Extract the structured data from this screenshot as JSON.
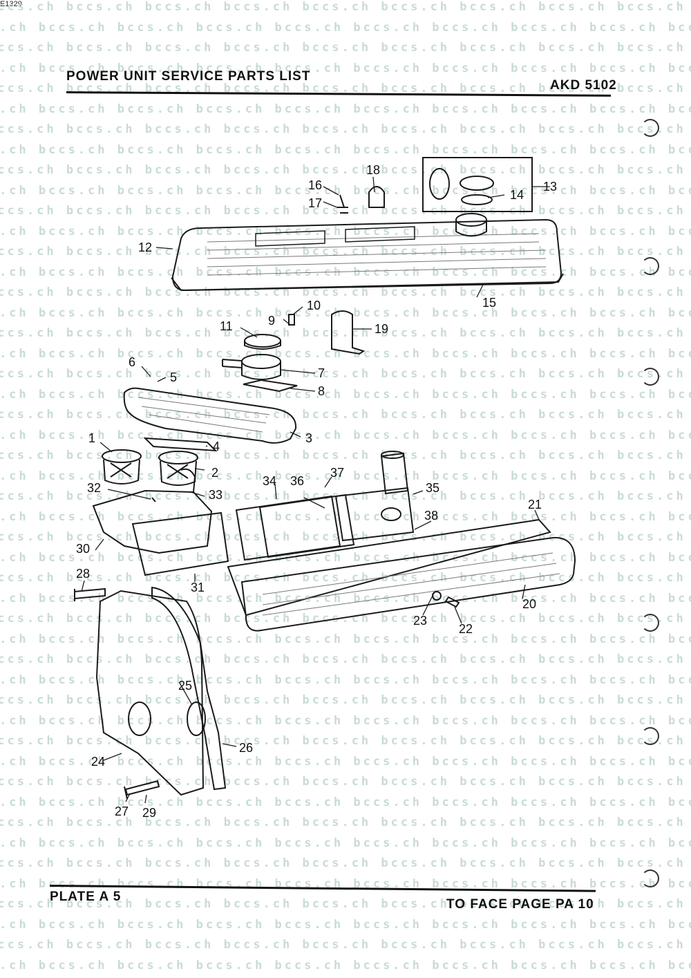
{
  "watermark": {
    "text": "bccs.ch"
  },
  "header": {
    "title": "POWER UNIT SERVICE PARTS LIST",
    "code": "AKD 5102"
  },
  "footer": {
    "plate": "PLATE A 5",
    "face_page": "TO FACE PAGE PA 10"
  },
  "figure_ref": "E1329",
  "callouts": [
    "1",
    "2",
    "3",
    "4",
    "5",
    "6",
    "7",
    "8",
    "9",
    "10",
    "11",
    "12",
    "13",
    "14",
    "15",
    "16",
    "17",
    "18",
    "19",
    "20",
    "21",
    "22",
    "23",
    "24",
    "25",
    "26",
    "27",
    "28",
    "29",
    "30",
    "31",
    "32",
    "33",
    "34",
    "35",
    "36",
    "37",
    "38"
  ]
}
